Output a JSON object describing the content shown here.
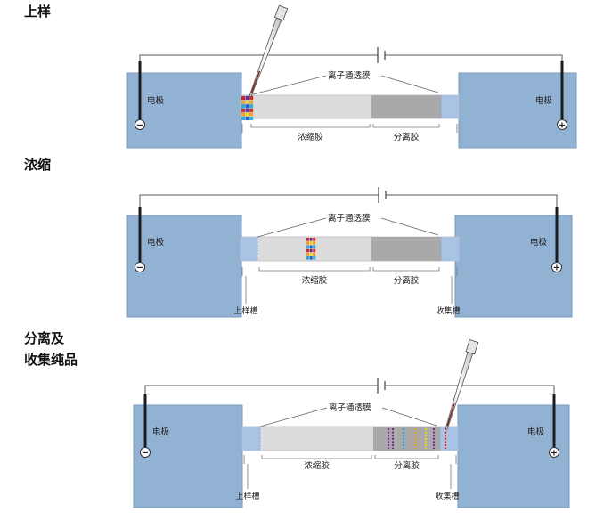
{
  "stages": [
    {
      "id": "load",
      "title": "上样",
      "electrode_left_label": "电极",
      "electrode_right_label": "电极",
      "membrane_label": "离子通透膜",
      "stacking_gel_label": "浓缩胶",
      "separating_gel_label": "分离胶",
      "loading_well_label": "",
      "collection_well_label": "",
      "pole_left_sign": "−",
      "pole_right_sign": "+"
    },
    {
      "id": "concentrate",
      "title": "浓缩",
      "electrode_left_label": "电极",
      "electrode_right_label": "电极",
      "membrane_label": "离子通透膜",
      "stacking_gel_label": "浓缩胶",
      "separating_gel_label": "分离胶",
      "loading_well_label": "上样槽",
      "collection_well_label": "收集槽",
      "pole_left_sign": "−",
      "pole_right_sign": "+"
    },
    {
      "id": "separate",
      "title": "分离及",
      "title_line2": "收集纯品",
      "electrode_left_label": "电极",
      "electrode_right_label": "电极",
      "membrane_label": "离子通透膜",
      "stacking_gel_label": "浓缩胶",
      "separating_gel_label": "分离胶",
      "loading_well_label": "上样槽",
      "collection_well_label": "收集槽",
      "pole_left_sign": "−",
      "pole_right_sign": "+"
    }
  ],
  "colors": {
    "tank": "#92b2d4",
    "membrane": "#a9c3e4",
    "stacking_gel": "#dcdcdc",
    "separating_gel": "#a9a9a9",
    "sample_palette": [
      "#d7262b",
      "#2b5fbf",
      "#f0a21c",
      "#6a2f8f",
      "#2ba7d9",
      "#f4d02a"
    ],
    "band_palette": [
      "#7b2a8c",
      "#2ba7d9",
      "#f0a21c",
      "#f4d02a",
      "#d7262b"
    ]
  }
}
